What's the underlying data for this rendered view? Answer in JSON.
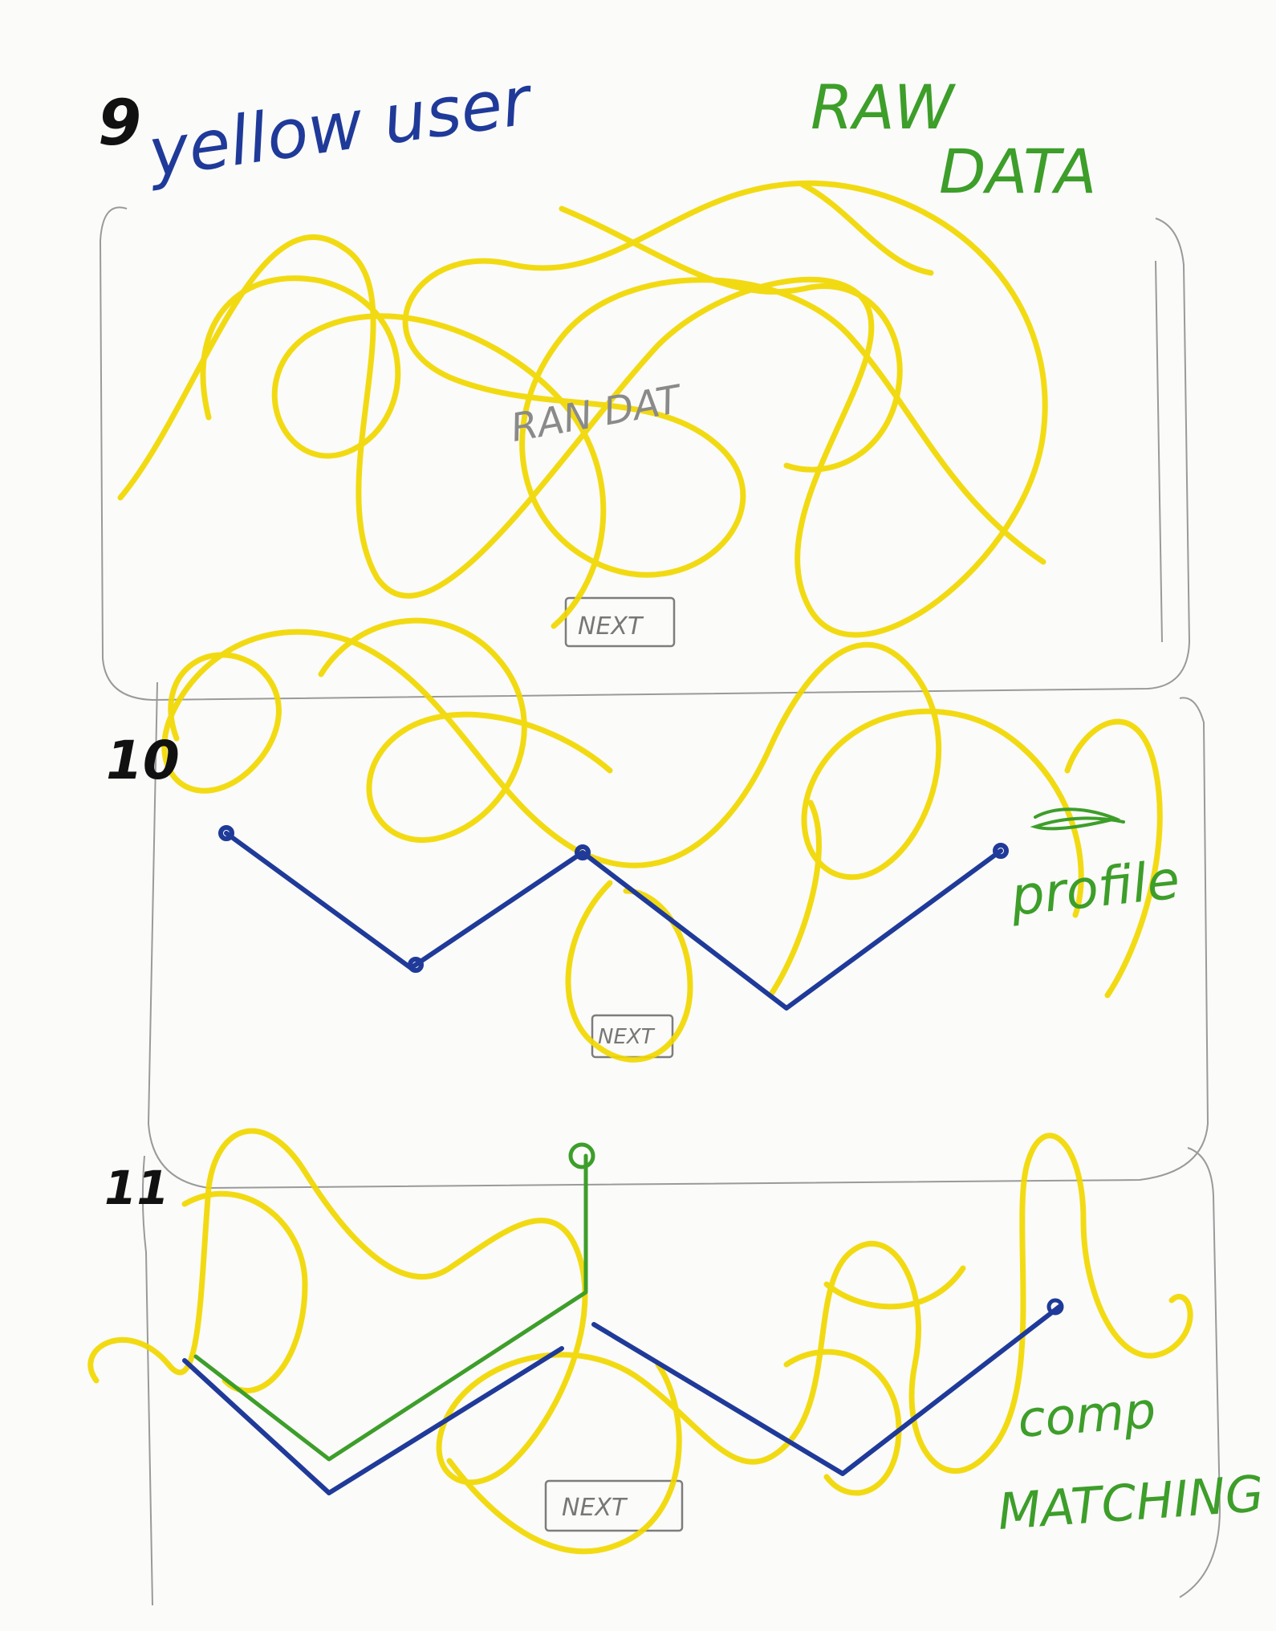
{
  "page": {
    "background": "#fbfbf9",
    "frame_color": "#9a9a9a",
    "ink": {
      "black": "#111111",
      "blue": "#1f3a99",
      "green": "#3d9e2a",
      "yellow": "#f2d800",
      "pencil": "#7d7d7d"
    }
  },
  "header": {
    "step_number": "9",
    "user_label": "yellow user",
    "section_label_line1": "RAW",
    "section_label_line2": "DATA"
  },
  "panels": [
    {
      "step_number": "9",
      "inner_label": "RAN DAT",
      "button_label": "NEXT"
    },
    {
      "step_number": "10",
      "side_label": "profile",
      "button_label": "NEXT"
    },
    {
      "step_number": "11",
      "side_label_line1": "comp",
      "side_label_line2": "MATCHING",
      "button_label": "NEXT"
    }
  ]
}
